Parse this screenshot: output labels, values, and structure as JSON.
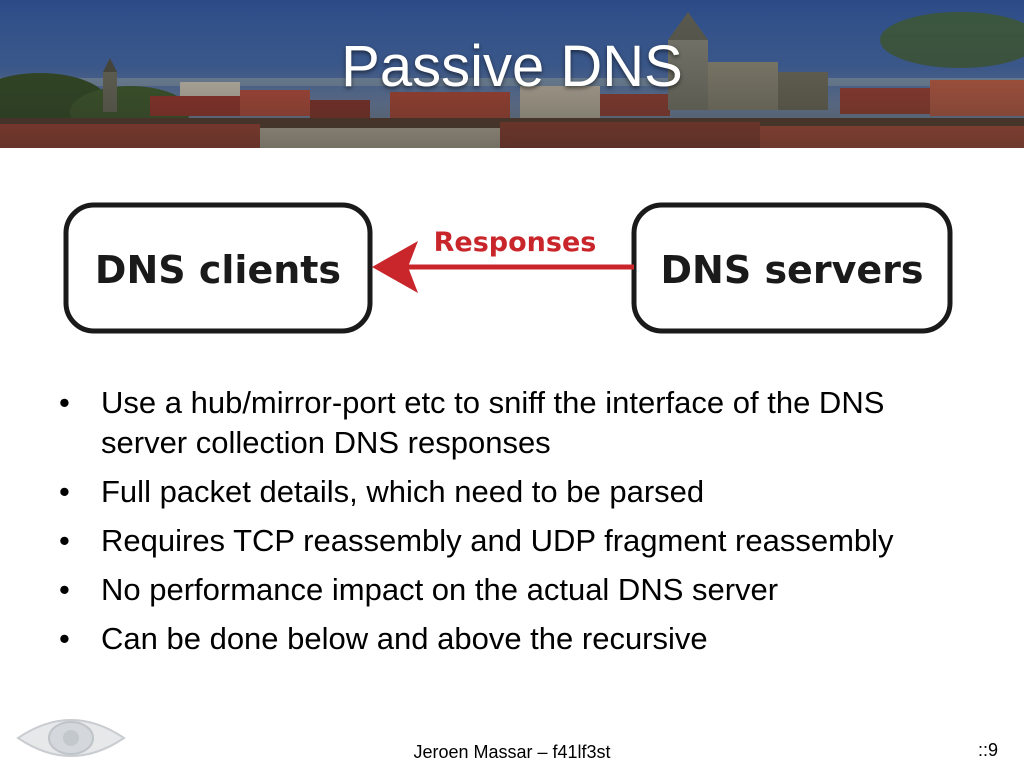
{
  "slide": {
    "title": "Passive DNS",
    "diagram": {
      "left_box": "DNS clients",
      "right_box": "DNS servers",
      "arrow_label": "Responses",
      "arrow_color": "#c8262b"
    },
    "bullets": [
      "Use a hub/mirror-port etc to sniff the interface of the DNS server collection DNS responses",
      "Full packet details, which need to be parsed",
      "Requires TCP reassembly and UDP fragment reassembly",
      "No performance impact on the actual DNS server",
      "Can be done below and above the recursive"
    ],
    "bullet_symbol": "•",
    "footer": "Jeroen Massar – f41lf3st",
    "page_number": "::9"
  },
  "icons": {
    "footer_logo": "eye-logo-icon",
    "arrow": "left-arrow-icon"
  }
}
